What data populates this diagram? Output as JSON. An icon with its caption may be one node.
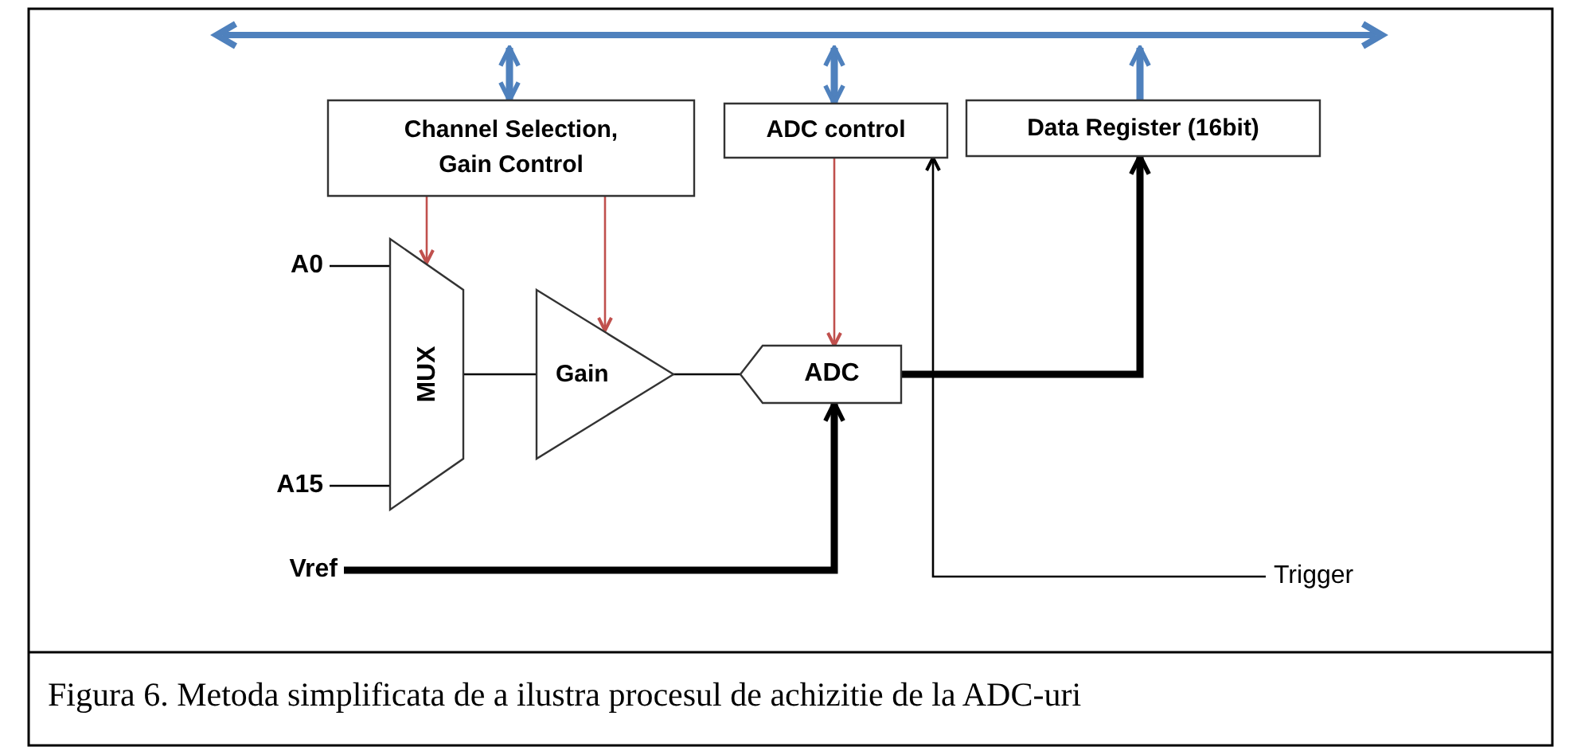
{
  "diagram": {
    "caption": "Figura 6. Metoda simplificata de a ilustra procesul de achizitie de la ADC-uri",
    "nodes": [
      {
        "text": [],
        "shape": "bar"
      },
      {
        "text": [
          "Channel Selection, Gain Control"
        ]
      },
      {
        "text": [
          "ADC control"
        ]
      },
      {
        "text": [
          "Data Register (16bit)"
        ]
      },
      {
        "text": [
          "A0"
        ]
      },
      {
        "text": [
          "MUX"
        ]
      },
      {
        "text": [
          "A15"
        ]
      },
      {
        "text": [
          "Gain"
        ]
      },
      {
        "text": [
          "ADC"
        ]
      },
      {
        "text": [
          "Vref"
        ]
      },
      {
        "text": [
          "Trigger"
        ]
      }
    ],
    "edges": [
      {
        "from": 0,
        "to": 1,
        "arrow": "both",
        "style": "thick",
        "color": "#4f81bd"
      },
      {
        "from": 0,
        "to": 2,
        "arrow": "both",
        "style": "thick",
        "color": "#4f81bd"
      },
      {
        "from": 3,
        "to": 0,
        "arrow": "to",
        "style": "thick",
        "color": "#4f81bd"
      },
      {
        "from": 1,
        "to": 5,
        "arrow": "to",
        "color": "#c0504d"
      },
      {
        "from": 1,
        "to": 7,
        "arrow": "to",
        "color": "#c0504d"
      },
      {
        "from": 2,
        "to": 8,
        "arrow": "to",
        "color": "#c0504d"
      },
      {
        "from": 4,
        "to": 5,
        "arrow": "none"
      },
      {
        "from": 6,
        "to": 5,
        "arrow": "none"
      },
      {
        "from": 5,
        "to": 7,
        "arrow": "none"
      },
      {
        "from": 7,
        "to": 8,
        "arrow": "none"
      },
      {
        "from": 8,
        "to": 3,
        "arrow": "to",
        "style": "thick"
      },
      {
        "from": 9,
        "to": 8,
        "arrow": "to",
        "style": "thick"
      },
      {
        "from": 10,
        "to": 2,
        "arrow": "to"
      }
    ]
  }
}
